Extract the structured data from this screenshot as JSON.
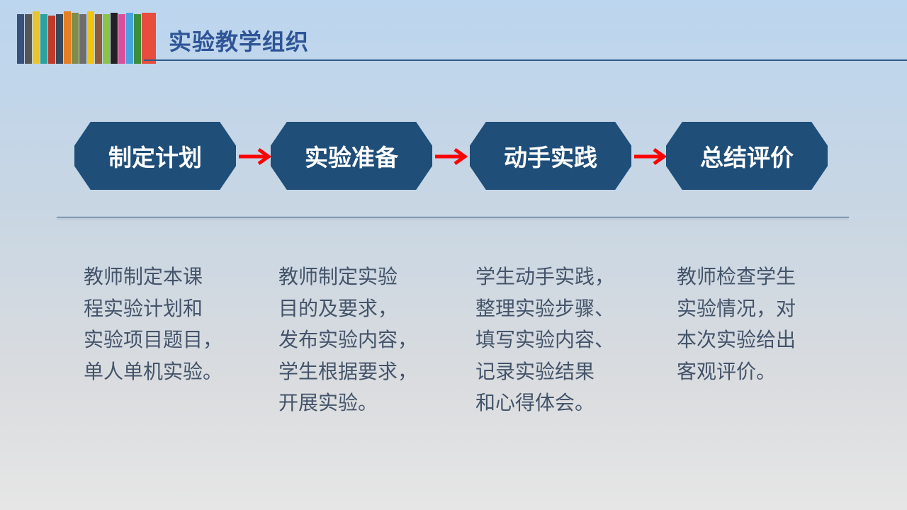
{
  "header": {
    "title": "实验教学组织",
    "logo_colors": [
      "#3a4f7a",
      "#555",
      "#e8c530",
      "#2aa3a0",
      "#c0392b",
      "#34495e",
      "#e67e22",
      "#7f8c4a",
      "#6d6d6d",
      "#f1c40f",
      "#8e5a3c",
      "#8bc34a",
      "#222",
      "#d94f9a",
      "#4aa3df",
      "#3b8e3b",
      "#e74c3c"
    ]
  },
  "steps": [
    {
      "label": "制定计划",
      "lines": [
        "教师制定本课",
        "程实验计划和",
        "实验项目题目，",
        "单人单机实验。"
      ]
    },
    {
      "label": "实验准备",
      "lines": [
        "教师制定实验",
        "目的及要求，",
        "发布实验内容，",
        "学生根据要求，",
        "开展实验。"
      ]
    },
    {
      "label": "动手实践",
      "lines": [
        "学生动手实践，",
        "整理实验步骤、",
        "填写实验内容、",
        "记录实验结果",
        "和心得体会。"
      ]
    },
    {
      "label": "总结评价",
      "lines": [
        "教师检查学生",
        "实验情况，对",
        "本次实验给出",
        "客观评价。"
      ]
    }
  ],
  "colors": {
    "shape": "#1f4e79",
    "arrow": "#ff0000",
    "title": "#2f5597"
  }
}
